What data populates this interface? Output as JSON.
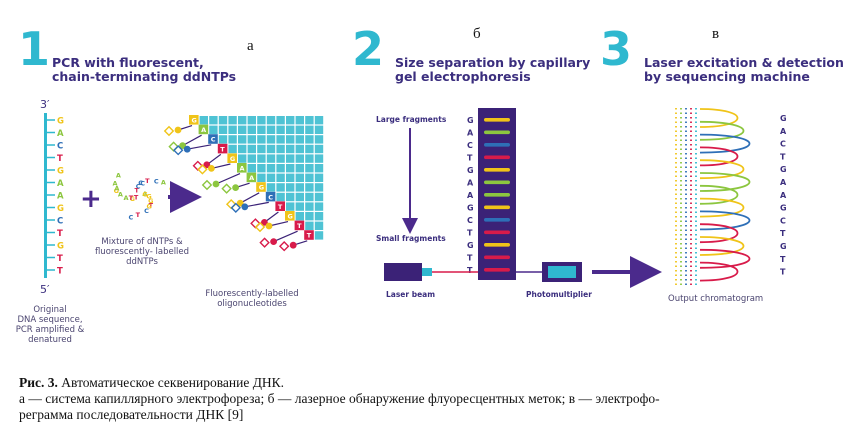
{
  "panels": [
    {
      "number": "1",
      "title_line1": "PCR with fluorescent,",
      "title_line2": "chain-terminating ddNTPs",
      "letter": "а"
    },
    {
      "number": "2",
      "title_line1": "Size separation by capillary",
      "title_line2": "gel electrophoresis",
      "letter": "б"
    },
    {
      "number": "3",
      "title_line1": "Laser excitation & detection",
      "title_line2": "by sequencing machine",
      "letter": "в"
    }
  ],
  "panel1": {
    "end_top": "3′",
    "end_bottom": "5′",
    "sequence": [
      "G",
      "A",
      "C",
      "T",
      "G",
      "A",
      "A",
      "G",
      "C",
      "T",
      "G",
      "T",
      "T"
    ],
    "strand_caption": [
      "Original",
      "DNA sequence,",
      "PCR amplified &",
      "denatured"
    ],
    "mixture_caption": [
      "Mixture of dNTPs &",
      "fluorescently- labelled",
      "ddNTPs"
    ],
    "oligo_caption": [
      "Fluorescently-labelled",
      "oligonucleotides"
    ],
    "plus": "+",
    "cloud_letters": [
      "A",
      "G",
      "C",
      "T",
      "G",
      "A",
      "C",
      "T",
      "G",
      "A",
      "T",
      "C",
      "A",
      "G",
      "T",
      "C",
      "G",
      "A",
      "C",
      "T",
      "A",
      "G",
      "T",
      "C",
      "G",
      "A"
    ],
    "terminal_letters": [
      "G",
      "A",
      "C",
      "T",
      "G",
      "A",
      "A",
      "G",
      "C",
      "T",
      "G",
      "T",
      "T"
    ]
  },
  "panel2": {
    "large_label": "Large fragments",
    "small_label": "Small fragments",
    "sequence": [
      "G",
      "A",
      "C",
      "T",
      "G",
      "A",
      "A",
      "G",
      "C",
      "T",
      "G",
      "T",
      "T"
    ],
    "laser_label": "Laser beam",
    "photo_label": "Photomultiplier"
  },
  "panel3": {
    "sequence": [
      "G",
      "A",
      "C",
      "T",
      "G",
      "A",
      "A",
      "G",
      "C",
      "T",
      "G",
      "T",
      "T"
    ],
    "output_label": "Output chromatogram"
  },
  "colors": {
    "G": "#f0c419",
    "A": "#8cc63f",
    "C": "#2e6fb7",
    "T": "#d81b4a",
    "accent_cyan": "#2fb8cf",
    "accent_purple": "#4b2a8c",
    "grid_cyan": "#4fc3d4"
  },
  "caption": {
    "label": "Рис. 3.",
    "title": " Автоматическое секвенирование ДНК.",
    "line2": "а — система капиллярного электрофореза; б — лазерное обнаружение флуоресцентных меток; в — электрофо-",
    "line3": "реграмма последовательности ДНК [9]"
  }
}
